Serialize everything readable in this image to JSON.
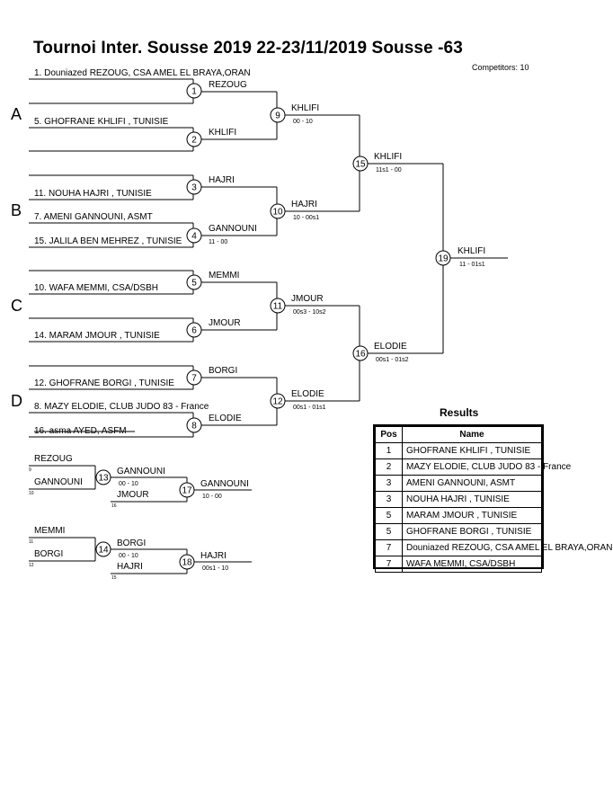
{
  "title": "Tournoi Inter. Sousse 2019  22-23/11/2019  Sousse   -63",
  "competitors": "Competitors: 10",
  "pools": [
    "A",
    "B",
    "C",
    "D"
  ],
  "entries": [
    "1. Douniazed REZOUG, CSA AMEL EL BRAYA,ORAN",
    "5. GHOFRANE KHLIFI , TUNISIE",
    "11. NOUHA HAJRI , TUNISIE",
    "7. AMENI GANNOUNI, ASMT",
    "15. JALILA BEN MEHREZ , TUNISIE",
    "10. WAFA MEMMI, CSA/DSBH",
    "14. MARAM JMOUR , TUNISIE",
    "12. GHOFRANE BORGI , TUNISIE",
    "8. MAZY ELODIE, CLUB JUDO 83 - France",
    "16. asma AYED, ASFM"
  ],
  "matches": [
    {
      "num": "1",
      "winner": "REZOUG",
      "score": ""
    },
    {
      "num": "2",
      "winner": "KHLIFI",
      "score": ""
    },
    {
      "num": "3",
      "winner": "HAJRI",
      "score": ""
    },
    {
      "num": "4",
      "winner": "GANNOUNI",
      "score": "11 - 00"
    },
    {
      "num": "5",
      "winner": "MEMMI",
      "score": ""
    },
    {
      "num": "6",
      "winner": "JMOUR",
      "score": ""
    },
    {
      "num": "7",
      "winner": "BORGI",
      "score": ""
    },
    {
      "num": "8",
      "winner": "ELODIE",
      "score": ""
    },
    {
      "num": "9",
      "winner": "KHLIFI",
      "score": "00 - 10"
    },
    {
      "num": "10",
      "winner": "HAJRI",
      "score": "10 - 00s1"
    },
    {
      "num": "11",
      "winner": "JMOUR",
      "score": "00s3 - 10s2"
    },
    {
      "num": "12",
      "winner": "ELODIE",
      "score": "00s1 - 01s1"
    },
    {
      "num": "15",
      "winner": "KHLIFI",
      "score": "11s1 - 00"
    },
    {
      "num": "16",
      "winner": "ELODIE",
      "score": "00s1 - 01s2"
    },
    {
      "num": "19",
      "winner": "KHLIFI",
      "score": "11 - 01s1"
    }
  ],
  "repechage": [
    {
      "seed_num": "9",
      "name": "REZOUG"
    },
    {
      "seed_num": "10",
      "name": "GANNOUNI"
    },
    {
      "match_num": "13",
      "winner": "GANNOUNI",
      "score": "00 - 10"
    },
    {
      "seed_num": "16",
      "name": "JMOUR"
    },
    {
      "match_num": "17",
      "winner": "GANNOUNI",
      "score": "10 - 00"
    },
    {
      "seed_num": "11",
      "name": "MEMMI"
    },
    {
      "seed_num": "12",
      "name": "BORGI"
    },
    {
      "match_num": "14",
      "winner": "BORGI",
      "score": "00 - 10"
    },
    {
      "seed_num": "15",
      "name": "HAJRI"
    },
    {
      "match_num": "18",
      "winner": "HAJRI",
      "score": "00s1 - 10"
    }
  ],
  "results": {
    "title": "Results",
    "headers": [
      "Pos",
      "Name"
    ],
    "rows": [
      [
        "1",
        "GHOFRANE KHLIFI , TUNISIE"
      ],
      [
        "2",
        "MAZY ELODIE, CLUB JUDO 83 - France"
      ],
      [
        "3",
        "AMENI GANNOUNI, ASMT"
      ],
      [
        "3",
        "NOUHA HAJRI , TUNISIE"
      ],
      [
        "5",
        "MARAM JMOUR , TUNISIE"
      ],
      [
        "5",
        "GHOFRANE BORGI , TUNISIE"
      ],
      [
        "7",
        "Douniazed REZOUG, CSA AMEL EL BRAYA,ORAN"
      ],
      [
        "7",
        "WAFA MEMMI, CSA/DSBH"
      ]
    ]
  }
}
